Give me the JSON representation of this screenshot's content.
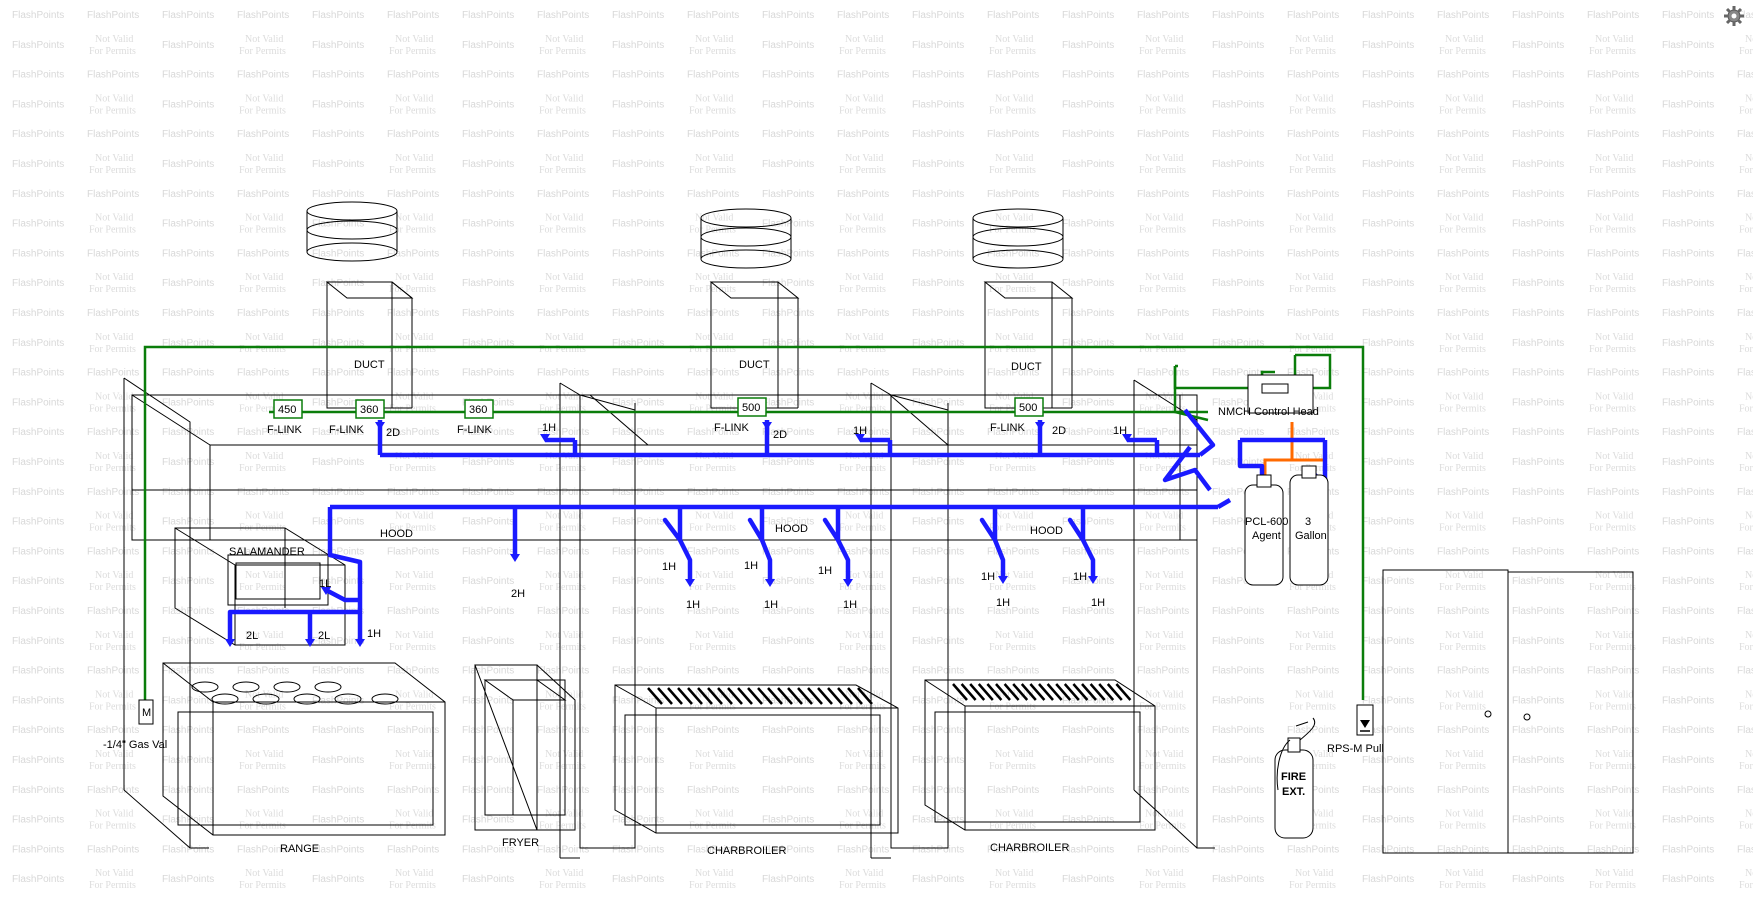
{
  "watermark": {
    "brand": "FlashPoints",
    "notice_line1": "Not Valid",
    "notice_line2": "For Permits"
  },
  "ducts": [
    "DUCT",
    "DUCT",
    "DUCT"
  ],
  "hoods": [
    "HOOD",
    "HOOD",
    "HOOD"
  ],
  "fusible_links": [
    {
      "rating": "450",
      "label": "F-LINK"
    },
    {
      "rating": "360",
      "label": "F-LINK"
    },
    {
      "rating": "360",
      "label": "F-LINK"
    },
    {
      "rating": "500",
      "label": "F-LINK"
    },
    {
      "rating": "500",
      "label": "F-LINK"
    }
  ],
  "nozzles": {
    "duct": [
      "2D",
      "2D",
      "2D"
    ],
    "plenum": [
      "1H",
      "1H",
      "1H"
    ],
    "hood_2h": "2H",
    "salamander_1l": "1L",
    "range_2l_a": "2L",
    "range_2l_b": "2L",
    "range_1h": "1H",
    "mid_1h": [
      "1H",
      "1H",
      "1H"
    ],
    "mid_bottom_1h": [
      "1H",
      "1H",
      "1H"
    ],
    "right_1h": [
      "1H",
      "1H"
    ],
    "right_bottom_1h": [
      "1H",
      "1H"
    ]
  },
  "control_head": "NMCH Control Head",
  "tanks": [
    {
      "line1": "PCL-600",
      "line2": "Agent"
    },
    {
      "line1": "3",
      "line2": "Gallon"
    }
  ],
  "gas_valve": {
    "symbol": "M",
    "label": "-1/4\" Gas Val"
  },
  "pull_station": "RPS-M Pull",
  "extinguisher": {
    "line1": "FIRE",
    "line2": "EXT."
  },
  "appliances": {
    "salamander": "SALAMANDER",
    "range": "RANGE",
    "fryer": "FRYER",
    "charbroiler_1": "CHARBROILER",
    "charbroiler_2": "CHARBROILER"
  },
  "colors": {
    "distribution_pipe": "#1a1aff",
    "detection_line": "#0a7d0a",
    "actuation_line": "#ff6a00"
  },
  "icons": [
    "settings-gear-icon"
  ]
}
